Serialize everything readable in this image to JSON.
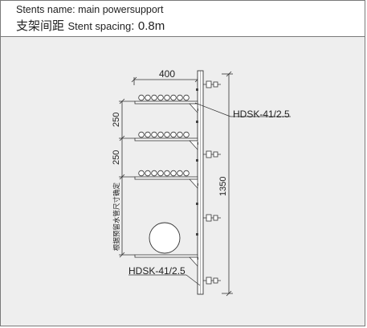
{
  "header": {
    "name_line": "Stents name: main powersupport",
    "spacing_cn": "支架间距",
    "spacing_en": "Stent spacing",
    "spacing_sep": ":",
    "spacing_value": "0.8m"
  },
  "diagram": {
    "dim_width": "400",
    "dim_spacing_1": "250",
    "dim_spacing_2": "250",
    "dim_height": "1350",
    "label_top": "HDSK-41/2.5",
    "label_bottom": "HDSK-41/2.5",
    "vertical_note": "根据预留水管尺寸确定"
  }
}
